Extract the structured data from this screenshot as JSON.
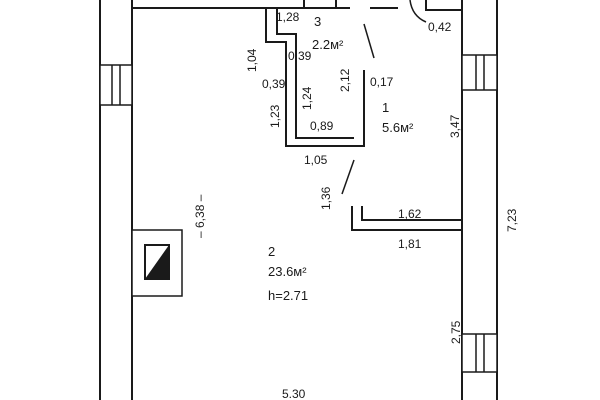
{
  "plan": {
    "colors": {
      "wall": "#1a1a1a",
      "paper": "#ffffff",
      "text": "#1a1a1a"
    },
    "rooms": [
      {
        "number": "3",
        "area": "2.2м²"
      },
      {
        "number": "1",
        "area": "5.6м²"
      },
      {
        "number": "2",
        "area": "23.6м²",
        "height": "h=2.71"
      }
    ],
    "dimensions": {
      "d_1_28": "1,28",
      "d_1_04": "1,04",
      "d_0_39_top": "0,39",
      "d_0_39_left": "0,39",
      "d_1_23": "1,23",
      "d_1_24": "1,24",
      "d_0_89": "0,89",
      "d_2_12": "2,12",
      "d_0_17": "0,17",
      "d_0_42": "0,42",
      "d_3_47": "3,47",
      "d_1_05": "1,05",
      "d_1_36": "1,36",
      "d_1_62": "1,62",
      "d_1_81": "1,81",
      "d_6_38": "– 6,38 –",
      "d_7_23": "7,23",
      "d_2_75": "2,75",
      "d_5_30": "5.30"
    },
    "icons": {
      "stove": "stove-icon"
    }
  }
}
